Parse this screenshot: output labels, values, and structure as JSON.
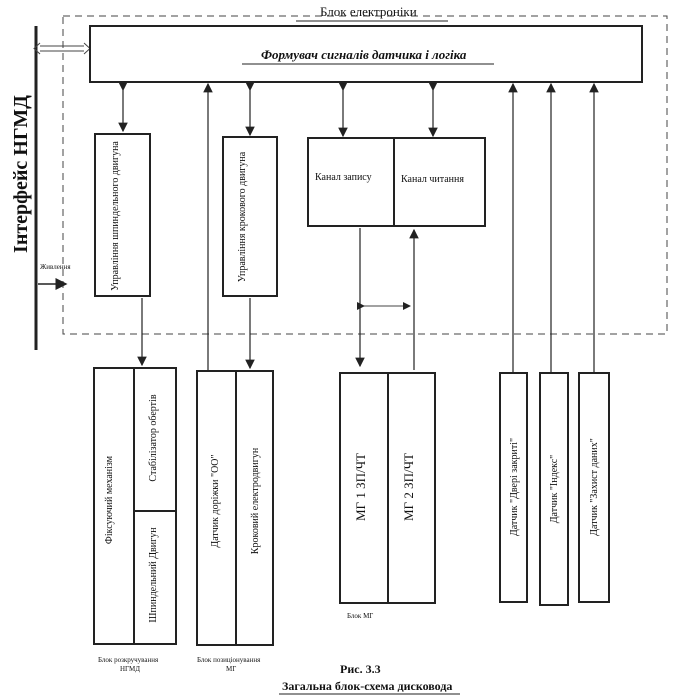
{
  "electronics_block": {
    "title": "Блок електроніки",
    "formatter_label": "Формувач сигналів датчика і логіка"
  },
  "interface": {
    "label": "Інтерфейс НГМД",
    "power_label": "Живлення"
  },
  "control_blocks": {
    "spindle_motor": "Управління шпиндельного двигуна",
    "stepper_motor": "Управління крокового двигуна",
    "write_channel": "Канал запису",
    "read_channel": "Канал читання"
  },
  "spin_block": {
    "fixing_mechanism": "Фіксуючий механізм",
    "speed_stabilizer": "Стабілізатор обертів",
    "spindle_motor": "Шпиндельний Двигун",
    "caption_line1": "Блок розкручування",
    "caption_line2": "НГМД"
  },
  "positioning_block": {
    "track_sensor": "Датчик доріжки  \"ОО\"",
    "stepper_motor": "Кроковий електродвигун",
    "caption_line1": "Блок позиціонування",
    "caption_line2": "МГ"
  },
  "head_block": {
    "head1": "МГ 1 ЗП/ЧТ",
    "head2": "МГ 2 ЗП/ЧТ",
    "caption": "Блок МГ"
  },
  "sensors": {
    "door": "Датчик \"Двері закриті\"",
    "index": "Датчик \"Індекс\"",
    "protect": "Датчик \"Захист даних\""
  },
  "figure": {
    "number": "Рис. 3.3",
    "caption": "Загальна блок-схема дисковода"
  }
}
